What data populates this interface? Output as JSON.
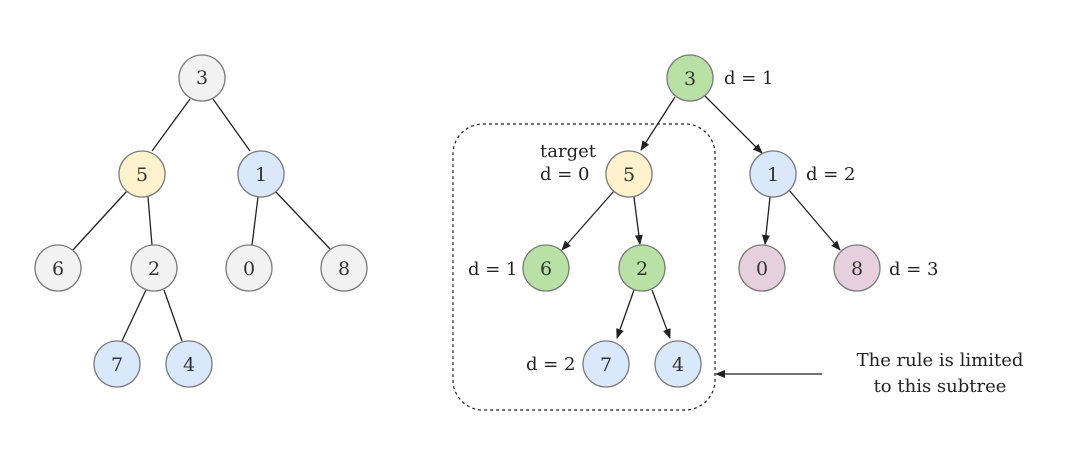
{
  "colors": {
    "grey": "#f2f2f2",
    "yellow": "#fff2cc",
    "blue": "#dae8fc",
    "green": "#b9e0a5",
    "pink": "#e6d0de"
  },
  "left_tree": {
    "nodes": [
      {
        "id": "n3",
        "label": "3",
        "color": "grey"
      },
      {
        "id": "n5",
        "label": "5",
        "color": "yellow"
      },
      {
        "id": "n1",
        "label": "1",
        "color": "blue"
      },
      {
        "id": "n6",
        "label": "6",
        "color": "grey"
      },
      {
        "id": "n2",
        "label": "2",
        "color": "grey"
      },
      {
        "id": "n0",
        "label": "0",
        "color": "grey"
      },
      {
        "id": "n8",
        "label": "8",
        "color": "grey"
      },
      {
        "id": "n7",
        "label": "7",
        "color": "blue"
      },
      {
        "id": "n4",
        "label": "4",
        "color": "blue"
      }
    ]
  },
  "right_tree": {
    "nodes": [
      {
        "id": "n3",
        "label": "3",
        "color": "green"
      },
      {
        "id": "n5",
        "label": "5",
        "color": "yellow"
      },
      {
        "id": "n1",
        "label": "1",
        "color": "blue"
      },
      {
        "id": "n6",
        "label": "6",
        "color": "green"
      },
      {
        "id": "n2",
        "label": "2",
        "color": "green"
      },
      {
        "id": "n0",
        "label": "0",
        "color": "pink"
      },
      {
        "id": "n8",
        "label": "8",
        "color": "pink"
      },
      {
        "id": "n7",
        "label": "7",
        "color": "blue"
      },
      {
        "id": "n4",
        "label": "4",
        "color": "blue"
      }
    ],
    "annotations": {
      "root_distance": "d = 1",
      "target_word": "target",
      "target_distance": "d = 0",
      "right_child_distance": "d = 2",
      "left_grandchild_distance": "d = 1",
      "deep_distance": "d = 2",
      "far_distance": "d = 3",
      "note_line1": "The rule is limited",
      "note_line2": "to this subtree"
    }
  }
}
